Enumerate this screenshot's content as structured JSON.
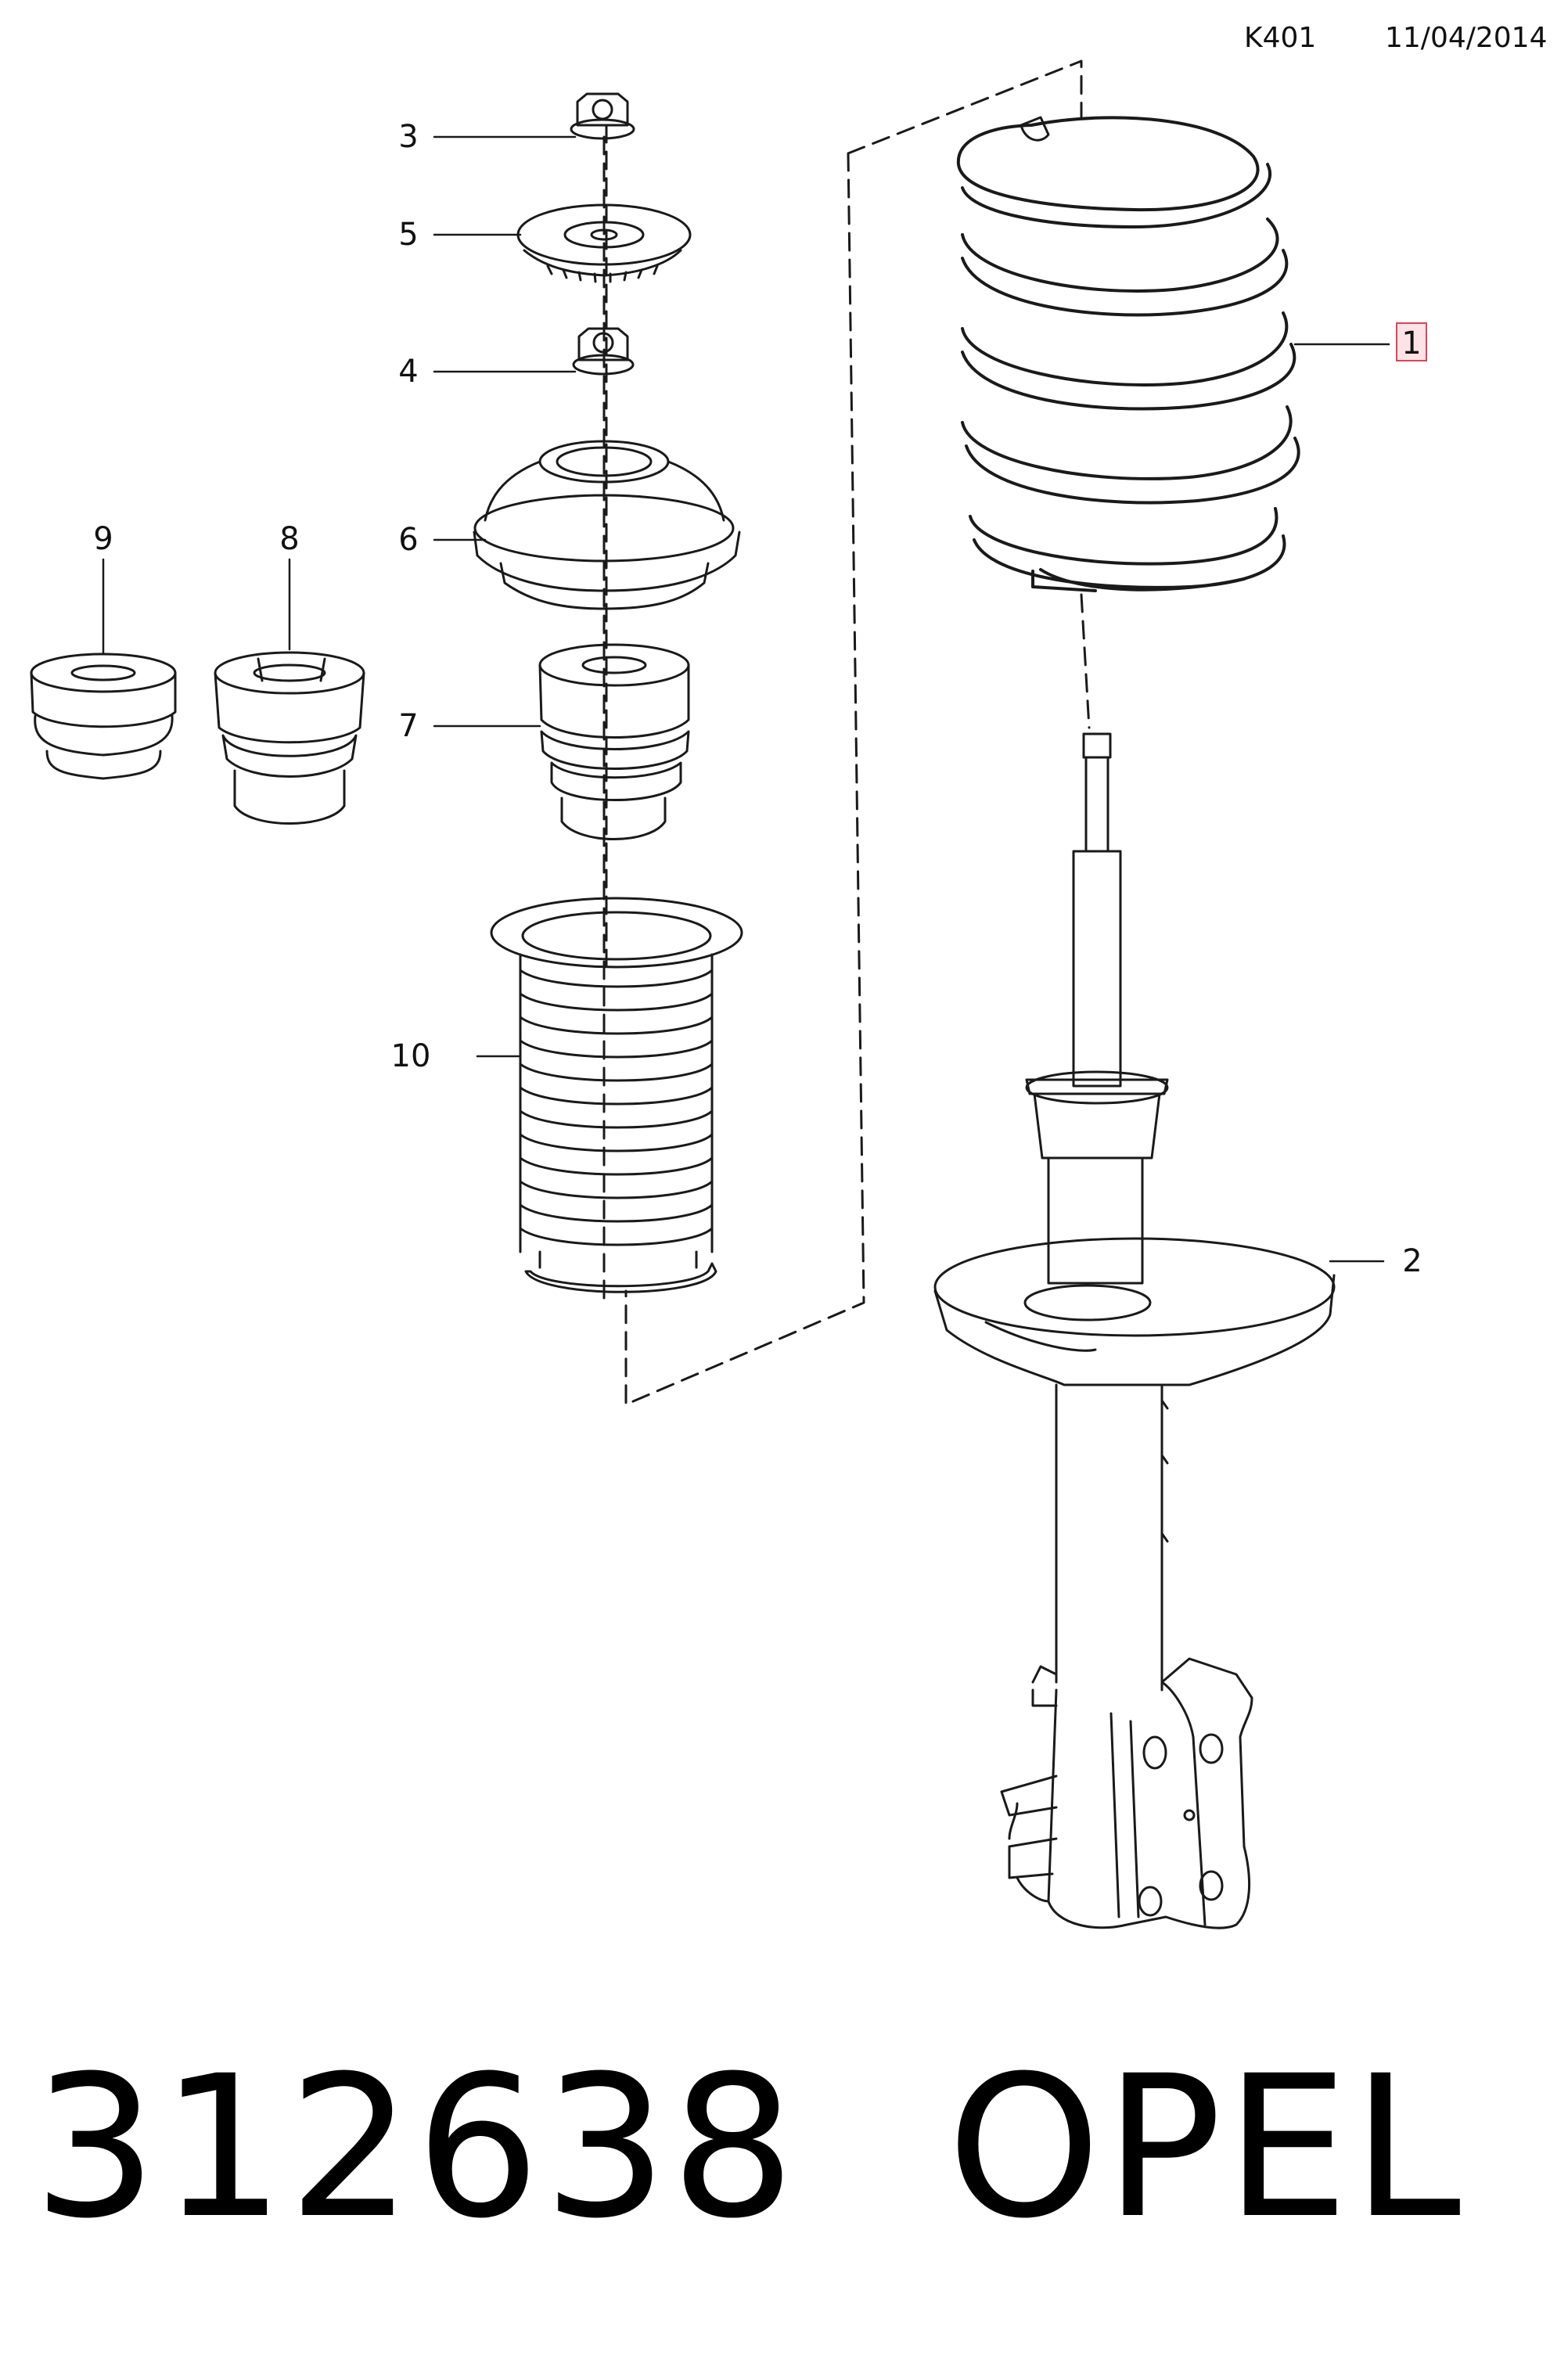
{
  "header": {
    "code": "K401",
    "date": "11/04/2014"
  },
  "footer": {
    "part_number": "312638",
    "brand": "OPEL"
  },
  "callouts": [
    {
      "id": "1",
      "highlighted": true
    },
    {
      "id": "2",
      "highlighted": false
    },
    {
      "id": "3",
      "highlighted": false
    },
    {
      "id": "4",
      "highlighted": false
    },
    {
      "id": "5",
      "highlighted": false
    },
    {
      "id": "6",
      "highlighted": false
    },
    {
      "id": "7",
      "highlighted": false
    },
    {
      "id": "8",
      "highlighted": false
    },
    {
      "id": "9",
      "highlighted": false
    },
    {
      "id": "10",
      "highlighted": false
    }
  ],
  "colors": {
    "line": "#1a1a1a",
    "highlight_border": "#d9445a",
    "highlight_fill": "#fde3e6"
  }
}
